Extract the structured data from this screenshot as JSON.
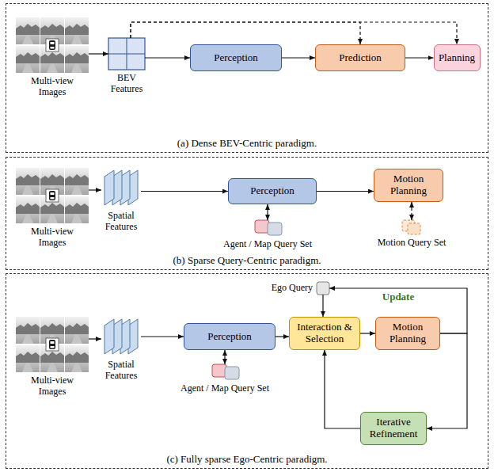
{
  "diagram": {
    "nodes": [
      {
        "text": [
          "(a) Dense BEV-Centric paradigm."
        ]
      },
      {
        "text": [
          "Multi-view Images"
        ],
        "in": 0
      },
      {
        "text": [
          "BEV Features"
        ],
        "in": 0
      },
      {
        "text": [
          "Perception"
        ],
        "in": 0
      },
      {
        "text": [
          "Prediction"
        ],
        "in": 0
      },
      {
        "text": [
          "Planning"
        ],
        "in": 0
      },
      {
        "text": [
          "(b) Sparse Query-Centric paradigm."
        ]
      },
      {
        "text": [
          "Multi-view Images"
        ],
        "in": 6
      },
      {
        "text": [
          "Spatial Features"
        ],
        "in": 6
      },
      {
        "text": [
          "Perception"
        ],
        "in": 6
      },
      {
        "text": [
          "Agent / Map Query Set"
        ],
        "in": 6
      },
      {
        "text": [
          "Motion Planning"
        ],
        "in": 6
      },
      {
        "text": [
          "Motion Query Set"
        ],
        "in": 6
      },
      {
        "text": [
          "(c) Fully sparse Ego-Centric paradigm."
        ]
      },
      {
        "text": [
          "Multi-view Images"
        ],
        "in": 13
      },
      {
        "text": [
          "Spatial Features"
        ],
        "in": 13
      },
      {
        "text": [
          "Perception"
        ],
        "in": 13
      },
      {
        "text": [
          "Agent / Map Query Set"
        ],
        "in": 13
      },
      {
        "text": [
          "Ego Query"
        ],
        "in": 13
      },
      {
        "text": [
          "Interaction & Selection"
        ],
        "in": 13
      },
      {
        "text": [
          "Motion Planning"
        ],
        "in": 13
      },
      {
        "text": [
          "Iterative Refinement"
        ],
        "in": 13
      }
    ],
    "edges": [
      {
        "from": 1,
        "to": 2,
        "arrow": "to"
      },
      {
        "from": 2,
        "to": 3,
        "arrow": "to"
      },
      {
        "from": 3,
        "to": 4,
        "arrow": "to"
      },
      {
        "from": 4,
        "to": 5,
        "arrow": "to"
      },
      {
        "from": 2,
        "to": 4,
        "arrow": "to"
      },
      {
        "from": 2,
        "to": 5,
        "arrow": "to"
      },
      {
        "from": 7,
        "to": 8,
        "arrow": "to"
      },
      {
        "from": 8,
        "to": 9,
        "arrow": "to"
      },
      {
        "from": 9,
        "to": 11,
        "arrow": "to"
      },
      {
        "from": 9,
        "to": 10,
        "arrow": "both"
      },
      {
        "from": 11,
        "to": 12,
        "arrow": "both"
      },
      {
        "from": 14,
        "to": 15,
        "arrow": "to"
      },
      {
        "from": 15,
        "to": 16,
        "arrow": "to"
      },
      {
        "from": 16,
        "to": 19,
        "arrow": "to"
      },
      {
        "from": 19,
        "to": 20,
        "arrow": "to"
      },
      {
        "from": 20,
        "to": 21,
        "arrow": "to"
      },
      {
        "from": 21,
        "to": 19,
        "arrow": "to"
      },
      {
        "from": 20,
        "to": 18,
        "label": "Update",
        "arrow": "to"
      },
      {
        "from": 18,
        "to": 19,
        "arrow": "to"
      },
      {
        "from": 16,
        "to": 17,
        "arrow": "both"
      }
    ]
  }
}
